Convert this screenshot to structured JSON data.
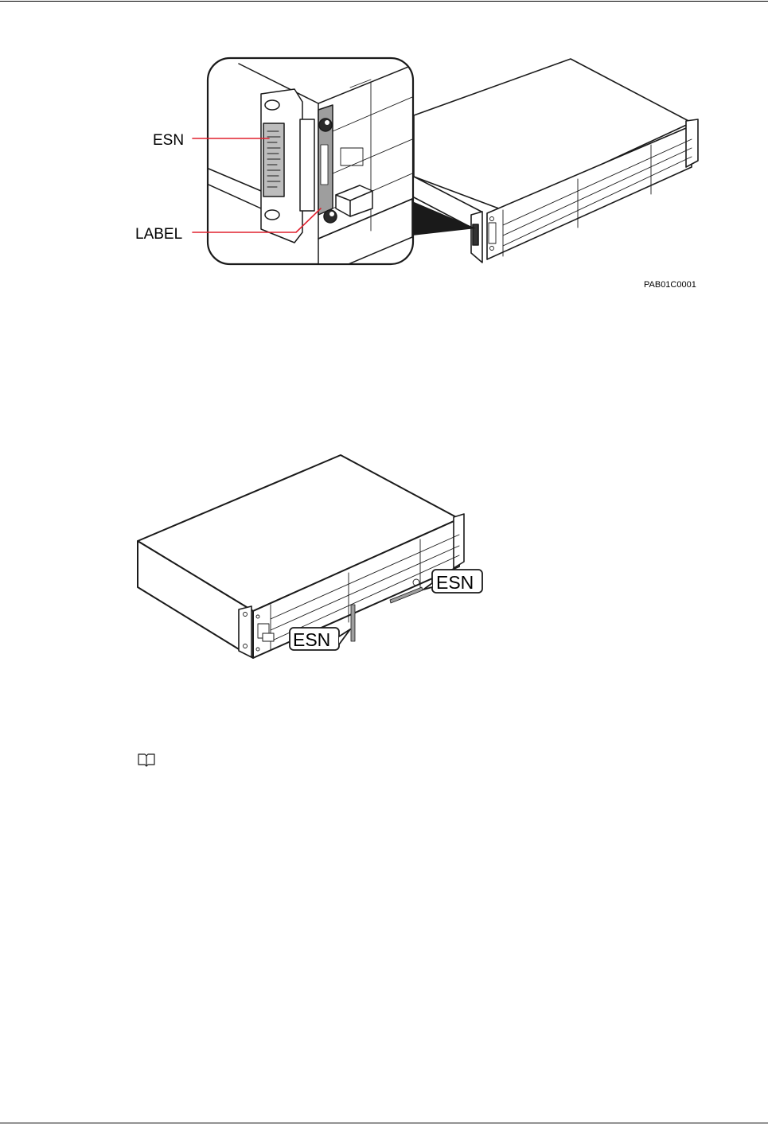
{
  "figure1": {
    "label_esn": "ESN",
    "label_label": "LABEL",
    "figure_code": "PAB01C0001"
  },
  "figure2": {
    "callout_right": "ESN",
    "callout_left": "ESN"
  },
  "note": {
    "icon": "book-icon"
  },
  "colors": {
    "leader_line": "#e0202e",
    "outline": "#1a1a1a",
    "panel_grey": "#bdbdbd"
  }
}
